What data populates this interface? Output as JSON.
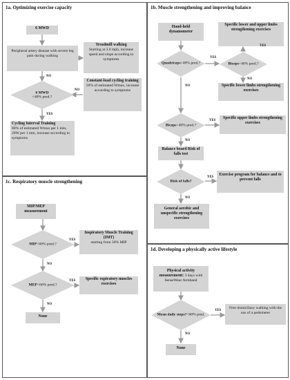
{
  "panels": {
    "p1a": "1a. Optimizing exercise capacity",
    "p1b": "1b. Muscle strengthening and  improving balance",
    "p1c": "1c. Respiratory muscle strengthening",
    "p1d": "1d. Developing a physically active lifestyle"
  },
  "a": {
    "mwd": "6 MWD",
    "pad": "Peripheral artery disease with severe leg pain during walking",
    "tw_t": "Treadmill walking",
    "tw_d": "Starting at 3.0 mph, increase speed and slope according to symptoms",
    "dia_t": "6 MWD",
    "dia_d": "<40% pred.?",
    "cl_t": "Constant-load cycling training",
    "cl_d": "50% of estimated Wmax, increase according to symptoms",
    "ci_t": "Cycling Interval Training",
    "ci_d": "80% of estimated Wmax per 1 min, 20W per 1 min, increase according to symptoms"
  },
  "b": {
    "hh": "Hand-held dynamometer",
    "quad_t": "Quadriceps",
    "quad_d": "<40% pred.?",
    "sul": "Specific lower and upper limbs strengthening exercises",
    "bic1_t": "Biceps",
    "bic1_d": "<40% pred.?",
    "sll": "Specific lower limbs strengthening exercises",
    "bic2_t": "Biceps",
    "bic2_d": "<40% pred.?",
    "sup": "Specific upper  limbs strengthening exercises",
    "bal": "Balance board Risk of falls test",
    "risk_t": "Risk of falls?",
    "ep": "Exercise program for balance and to prevent falls",
    "gen": "General aerobic and unspecific strengthening exercises"
  },
  "c": {
    "mip_mep": "MIP/MEP measurement",
    "mip_t": "MIP",
    "mip_d": "<60% pred.?",
    "imt_t": "Inspiratory Muscle Training (IMT)",
    "imt_d": "starting from 30% MIP",
    "mep_t": "MEP",
    "mep_d": "<60% pred.?",
    "sem": "Specific expiratory muscles exercises",
    "none": "None"
  },
  "d": {
    "pam_t": "Physical activity measurement:",
    "pam_d": " 3 days with SenseWear Armband",
    "steps_t": "Mean daily steps?",
    "steps_d": "<60% pred.",
    "free": "Free domiciliary walking with the use of a pedometer",
    "none": "None"
  },
  "yes": "YES",
  "no": "NO"
}
